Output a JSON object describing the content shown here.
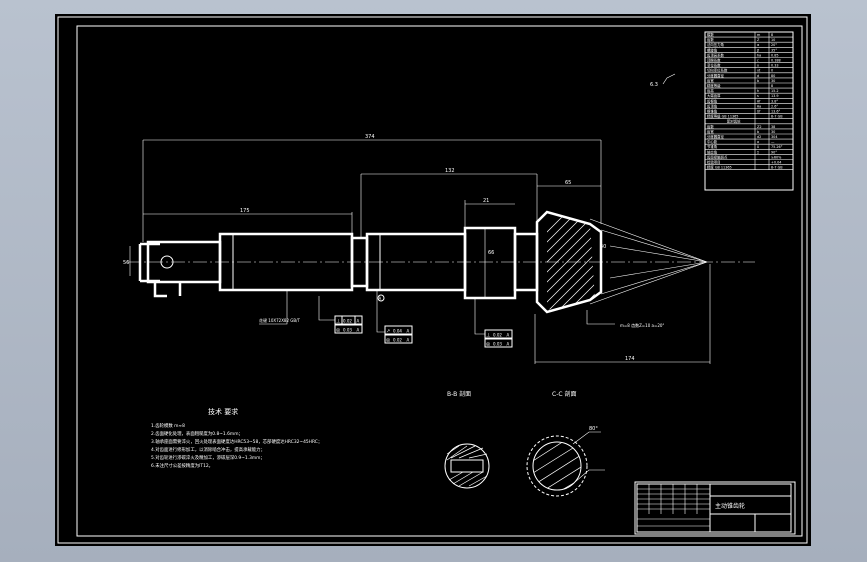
{
  "drawing": {
    "section_labels": {
      "bb": "B-B 剖面",
      "cc": "C-C 剖面"
    },
    "notes": {
      "title": "技术 要求",
      "lines": [
        "1.齿轮模数 m≈8",
        "2.齿面硬化处理，表面粗糙度为0.8~1.6mm；",
        "3.轴承座面需要淬火，回火处理表面硬度达HRC53~58，芯部硬度达HRC32~45HRC；",
        "4.对齿面进行修形加工，以消除啮合冲击，提高承载能力；",
        "5.对齿轮进行渗碳淬火及精加工，渗碳层深0.9~1.3mm；",
        "6.未注尺寸公差按精度为IT12。"
      ]
    },
    "callouts": {
      "roughness_top": "6.3",
      "spline": "花键 10X72X82 GB/T",
      "gear_spec": "m=8 齿数Z=10 a=20°",
      "datum_a": "A"
    },
    "dimensions": {
      "overall": "374",
      "left_segment": "175",
      "mid_segment": "132",
      "right_segment": "65",
      "bottom_overall": "174",
      "gear_len": "21",
      "hub_dia": "66",
      "tip": "40",
      "left_end": "56",
      "cc_angle": "80°"
    },
    "tolerance_frames": [
      [
        "⊥",
        "0.02",
        "A"
      ],
      [
        "◎",
        "0.03",
        "A"
      ],
      [
        "↗",
        "0.04",
        "A"
      ],
      [
        "◎",
        "0.02",
        "A"
      ]
    ],
    "params_table": {
      "rows": [
        [
          "模数",
          "m",
          "8"
        ],
        [
          "齿数",
          "Z",
          "10"
        ],
        [
          "法向压力角",
          "α",
          "20°"
        ],
        [
          "螺旋角",
          "β",
          "35°"
        ],
        [
          "齿顶高系数",
          "ha",
          "0.85"
        ],
        [
          "顶隙系数",
          "c",
          "0.188"
        ],
        [
          "变位系数",
          "x",
          "0.33"
        ],
        [
          "切向变位系数",
          "xt",
          "0"
        ],
        [
          "分度圆直径",
          "d",
          "80"
        ],
        [
          "齿宽",
          "b",
          "30"
        ],
        [
          "精度等级",
          "",
          "8"
        ],
        [
          "齿高",
          "h",
          "15.2"
        ],
        [
          "大端齿厚",
          "s",
          "13.9"
        ],
        [
          "齿根角",
          "θf",
          "3.8°"
        ],
        [
          "齿顶角",
          "θa",
          "2.6°"
        ],
        [
          "根锥角",
          "δf",
          "13.6°"
        ],
        [
          "精度等级 GB 11365",
          "",
          "8-7 GB"
        ]
      ],
      "section2_title": "配对齿轮",
      "rows2": [
        [
          "齿数",
          "Z2",
          "38"
        ],
        [
          "齿宽",
          "b",
          "30"
        ],
        [
          "分度圆直径",
          "d2",
          "304"
        ],
        [
          "中心距",
          "a",
          "—"
        ],
        [
          "节锥角",
          "δ",
          "75.26°"
        ],
        [
          "轴交角",
          "Σ",
          "90°"
        ],
        [
          "齿面接触斑点",
          "",
          "≥60%"
        ],
        [
          "检验项目",
          "",
          "+0.04"
        ],
        [
          "精度 GB 11365",
          "",
          "8-7 GB"
        ]
      ]
    },
    "title_block": {
      "name": "主动锥齿轮"
    }
  }
}
